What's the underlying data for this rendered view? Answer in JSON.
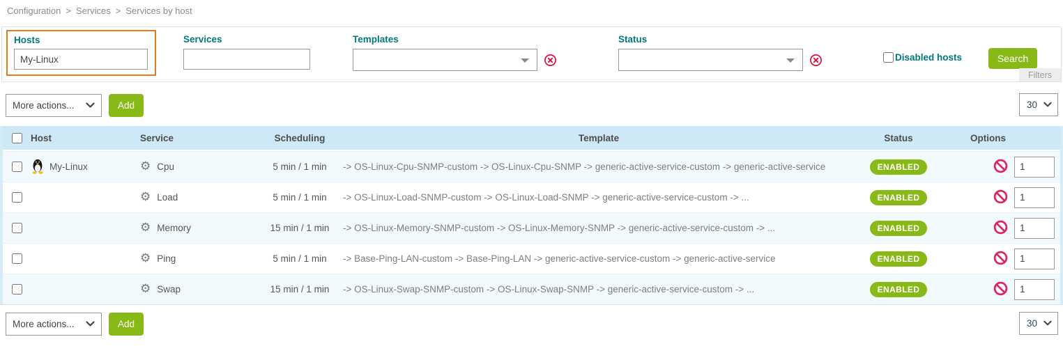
{
  "breadcrumb": {
    "separator": ">",
    "items": [
      "Configuration",
      "Services",
      "Services by host"
    ]
  },
  "filters": {
    "hosts": {
      "label": "Hosts",
      "value": "My-Linux"
    },
    "services": {
      "label": "Services",
      "value": ""
    },
    "templates": {
      "label": "Templates",
      "value": ""
    },
    "status": {
      "label": "Status",
      "value": ""
    },
    "disabled_hosts_label": "Disabled hosts",
    "search_button": "Search",
    "filters_tab": "Filters"
  },
  "toolbar": {
    "more_actions_label": "More actions...",
    "add_button": "Add",
    "page_size": "30"
  },
  "footer": {
    "more_actions_label": "More actions...",
    "add_button": "Add",
    "page_size": "30"
  },
  "table": {
    "columns": {
      "host": "Host",
      "service": "Service",
      "scheduling": "Scheduling",
      "template": "Template",
      "status": "Status",
      "options": "Options"
    },
    "rows": [
      {
        "host": "My-Linux",
        "service": "Cpu",
        "scheduling": "5 min / 1 min",
        "template": "-> OS-Linux-Cpu-SNMP-custom -> OS-Linux-Cpu-SNMP -> generic-active-service-custom -> generic-active-service",
        "status": "ENABLED",
        "options_value": "1"
      },
      {
        "host": "",
        "service": "Load",
        "scheduling": "5 min / 1 min",
        "template": "-> OS-Linux-Load-SNMP-custom -> OS-Linux-Load-SNMP -> generic-active-service-custom -> ...",
        "status": "ENABLED",
        "options_value": "1"
      },
      {
        "host": "",
        "service": "Memory",
        "scheduling": "15 min / 1 min",
        "template": "-> OS-Linux-Memory-SNMP-custom -> OS-Linux-Memory-SNMP -> generic-active-service-custom -> ...",
        "status": "ENABLED",
        "options_value": "1"
      },
      {
        "host": "",
        "service": "Ping",
        "scheduling": "5 min / 1 min",
        "template": "-> Base-Ping-LAN-custom -> Base-Ping-LAN -> generic-active-service-custom -> generic-active-service",
        "status": "ENABLED",
        "options_value": "1"
      },
      {
        "host": "",
        "service": "Swap",
        "scheduling": "15 min / 1 min",
        "template": "-> OS-Linux-Swap-SNMP-custom -> OS-Linux-Swap-SNMP -> generic-active-service-custom -> ...",
        "status": "ENABLED",
        "options_value": "1"
      }
    ]
  },
  "icons": {
    "gear_glyph": "⚙",
    "host_icon": "linux-penguin-icon",
    "clear_icon": "circled-x-icon",
    "disable_icon": "prohibited-icon",
    "dropdown_icon": "chevron-down-icon"
  },
  "colors": {
    "accent_green": "#88b917",
    "label_teal": "#00787c",
    "highlight_orange": "#e87a1e",
    "alert_red": "#e00b3c",
    "table_header_bg": "#cde9f5",
    "row_tint_bg": "#f3fafd"
  }
}
